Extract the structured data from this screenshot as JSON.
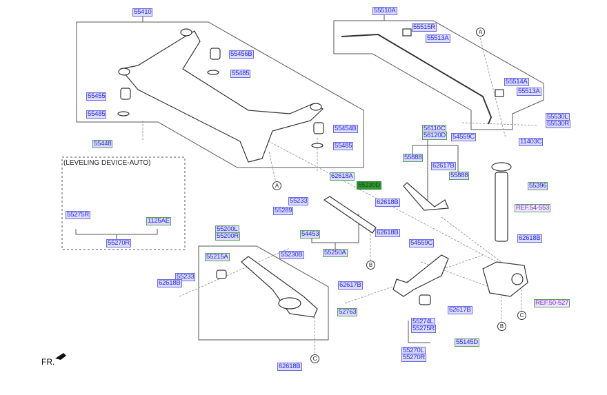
{
  "labels": [
    "55410",
    "55456B",
    "55485",
    "55455",
    "55485",
    "55448",
    "55454B",
    "55485",
    "62618A",
    "55230D",
    "55510A",
    "55515R",
    "55513A",
    "55514A",
    "55513A",
    "55530L",
    "55530R",
    "11403C",
    "54559C",
    "56110C",
    "56120D",
    "55888",
    "62617B",
    "55888",
    "55396",
    "62618B",
    "REF.54-553",
    "55275R",
    "1125AE",
    "55270R",
    "55233",
    "55289",
    "54453",
    "62618B",
    "55250A",
    "55200L",
    "55200R",
    "55215A",
    "55230B",
    "55233",
    "62618B",
    "62617B",
    "52763",
    "62618B",
    "62618B",
    "54559C",
    "62617B",
    "REF.50-527",
    "55274L",
    "55275R",
    "55145D",
    "55270L",
    "55270R"
  ],
  "markers": [
    "A",
    "A",
    "B",
    "B",
    "C",
    "C"
  ],
  "leveling_note": "(LEVELING DEVICE-AUTO)",
  "front_label": "FR."
}
